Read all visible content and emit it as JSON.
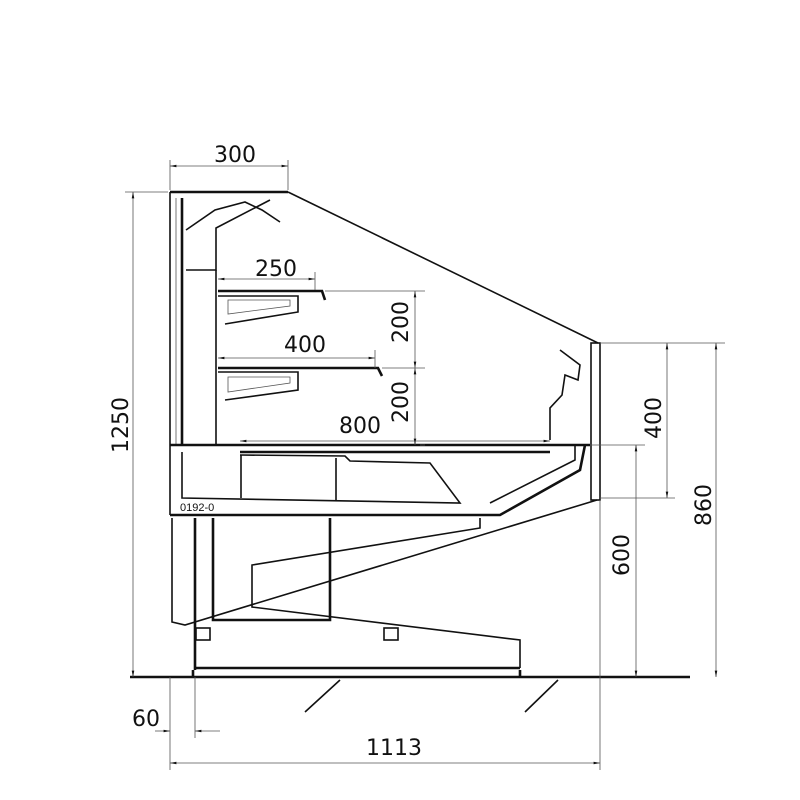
{
  "drawing": {
    "title": "Refrigerated display case side section",
    "part_code": "0192-0",
    "dimensions": {
      "canopy_depth": "300",
      "total_height": "1250",
      "upper_shelf_depth": "250",
      "lower_shelf_depth": "400",
      "shelf_spacing_upper": "200",
      "shelf_spacing_lower": "200",
      "deck_depth": "800",
      "front_glass_height": "400",
      "front_height": "860",
      "deck_height": "600",
      "foot_offset": "60",
      "total_depth": "1113"
    }
  }
}
